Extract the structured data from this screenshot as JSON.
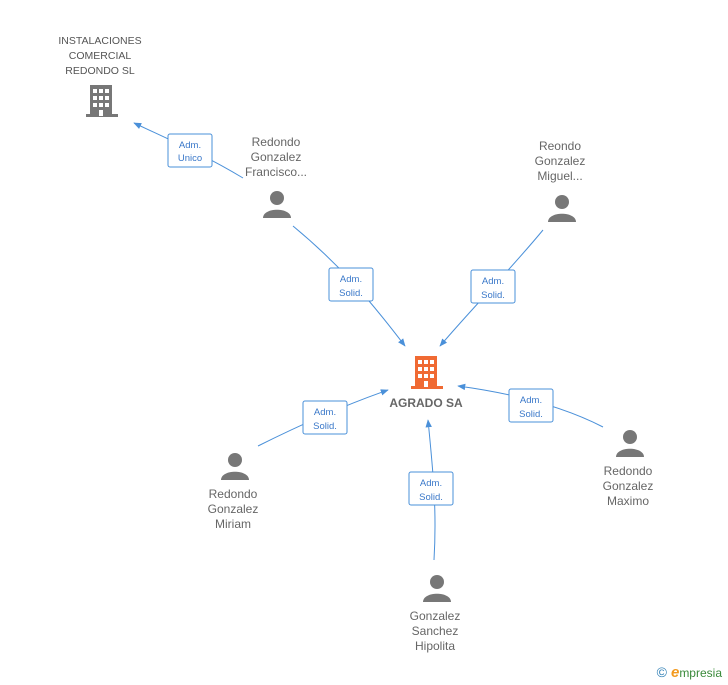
{
  "center": {
    "label": "AGRADO SA",
    "color": "#f06a33"
  },
  "nodes": {
    "instalaciones": {
      "lines": [
        "INSTALACIONES",
        "COMERCIAL",
        "REDONDO SL"
      ]
    },
    "francisco": {
      "lines": [
        "Redondo",
        "Gonzalez",
        "Francisco..."
      ]
    },
    "miguel": {
      "lines": [
        "Reondo",
        "Gonzalez",
        "Miguel..."
      ]
    },
    "miriam": {
      "lines": [
        "Redondo",
        "Gonzalez",
        "Miriam"
      ]
    },
    "maximo": {
      "lines": [
        "Redondo",
        "Gonzalez",
        "Maximo"
      ]
    },
    "hipolita": {
      "lines": [
        "Gonzalez",
        "Sanchez",
        "Hipolita"
      ]
    }
  },
  "edges": {
    "francisco_instalaciones": [
      "Adm.",
      "Unico"
    ],
    "francisco_center": [
      "Adm.",
      "Solid."
    ],
    "miguel_center": [
      "Adm.",
      "Solid."
    ],
    "miriam_center": [
      "Adm.",
      "Solid."
    ],
    "maximo_center": [
      "Adm.",
      "Solid."
    ],
    "hipolita_center": [
      "Adm.",
      "Solid."
    ]
  },
  "colors": {
    "edge": "#4a90d9",
    "icon_gray": "#777777"
  },
  "brand": {
    "copyright": "©",
    "initial": "e",
    "rest": "mpresia"
  }
}
